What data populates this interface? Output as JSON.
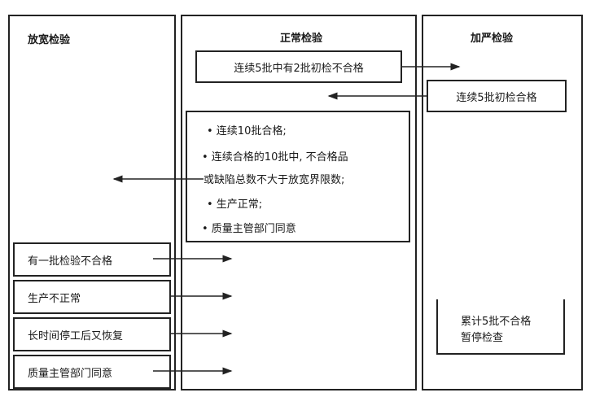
{
  "panels": {
    "relaxed": {
      "title": "放宽检验"
    },
    "normal": {
      "title": "正常检验"
    },
    "tightened": {
      "title": "加严检验"
    }
  },
  "normal_to_tightened": {
    "text": "连续5批中有2批初检不合格"
  },
  "tightened_to_normal": {
    "text": "连续5批初检合格"
  },
  "normal_to_relaxed_rules": [
    "• 连续10批合格;",
    "• 连续合格的10批中, 不合格品",
    "或缺陷总数不大于放宽界限数;",
    "• 生产正常;",
    "• 质量主管部门同意"
  ],
  "relaxed_to_normal_conditions": [
    "有一批检验不合格",
    "生产不正常",
    "长时间停工后又恢复",
    "质量主管部门同意"
  ],
  "tightened_stop": {
    "line1": "累计5批不合格",
    "line2": "暂停检查"
  },
  "colors": {
    "line": "#222222",
    "background": "#ffffff"
  }
}
